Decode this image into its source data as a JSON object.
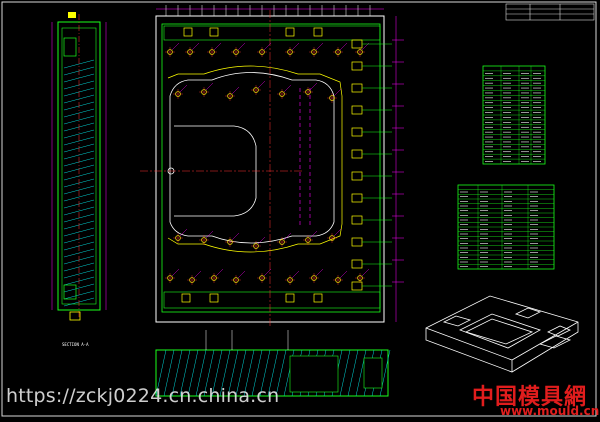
{
  "drawing": {
    "colors": {
      "background": "#000000",
      "border": "#d9d9d9",
      "outline": "#ffffff",
      "part": "#1aff1a",
      "feature": "#ffff00",
      "dimension": "#ff00ff",
      "center": "#ff3030",
      "hatch": "#00d9d9",
      "table_line": "#1aff1a",
      "table_text": "#ffffff",
      "watermark": "#ebebeb",
      "logo": "#e11d1d"
    },
    "side_view_label": "SECTION A-A"
  },
  "watermark": {
    "text": "https://zckj0224.cn.china.cn"
  },
  "logo": {
    "chinese": "中国模具網",
    "url": "www.mould.cn"
  }
}
